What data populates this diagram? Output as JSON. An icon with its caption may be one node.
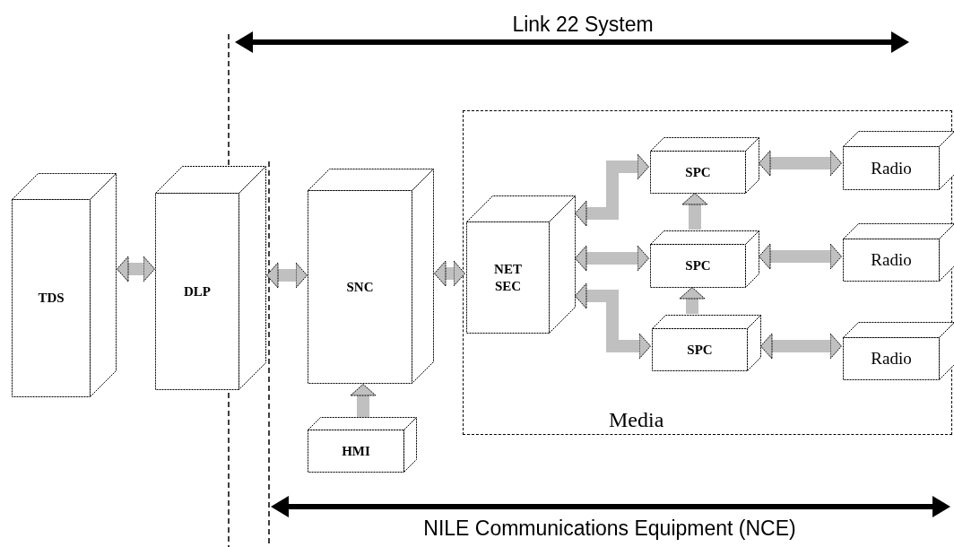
{
  "diagram": {
    "nodes": [
      {
        "text": [
          "TDS"
        ]
      },
      {
        "text": [
          "DLP"
        ]
      },
      {
        "text": [
          "SNC"
        ]
      },
      {
        "text": [
          "HMI"
        ]
      },
      {
        "text": [
          "Media"
        ]
      },
      {
        "text": [
          "NET SEC"
        ],
        "in": 4
      },
      {
        "text": [
          "SPC"
        ],
        "in": 4
      },
      {
        "text": [
          "SPC"
        ],
        "in": 4
      },
      {
        "text": [
          "SPC"
        ],
        "in": 4
      },
      {
        "text": [
          "Radio"
        ],
        "in": 4
      },
      {
        "text": [
          "Radio"
        ],
        "in": 4
      },
      {
        "text": [
          "Radio"
        ],
        "in": 4
      }
    ],
    "edges": [
      {
        "from": 0,
        "to": 1,
        "arrow": "both"
      },
      {
        "from": 1,
        "to": 2,
        "arrow": "both"
      },
      {
        "from": 2,
        "to": 5,
        "arrow": "both"
      },
      {
        "from": 3,
        "to": 2,
        "arrow": "to"
      },
      {
        "from": 5,
        "to": 6,
        "arrow": "both"
      },
      {
        "from": 5,
        "to": 7,
        "arrow": "both"
      },
      {
        "from": 5,
        "to": 8,
        "arrow": "both"
      },
      {
        "from": 7,
        "to": 6,
        "arrow": "to"
      },
      {
        "from": 8,
        "to": 7,
        "arrow": "to"
      },
      {
        "from": 6,
        "to": 9,
        "arrow": "both"
      },
      {
        "from": 7,
        "to": 10,
        "arrow": "both"
      },
      {
        "from": 8,
        "to": 11,
        "arrow": "both"
      }
    ],
    "labels": [
      "Link 22 System",
      "NILE Communications Equipment (NCE)"
    ]
  }
}
